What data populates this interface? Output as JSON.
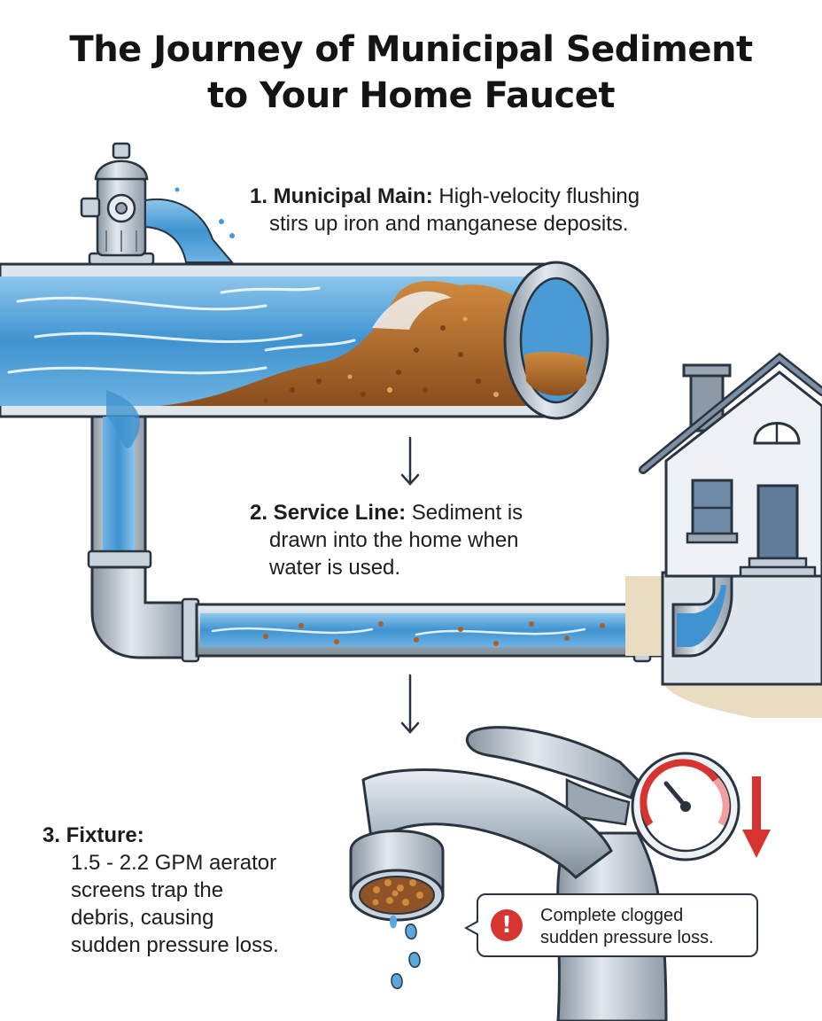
{
  "title": {
    "line1": "The Journey of Municipal Sediment",
    "line2": "to Your Home Faucet"
  },
  "steps": [
    {
      "label": "1. Municipal Main:",
      "line1": "High-velocity flushing",
      "line2": "stirs up iron and manganese deposits."
    },
    {
      "label": "2. Service Line:",
      "line1": "Sediment is",
      "line2": "drawn into the home when",
      "line3": "water is used."
    },
    {
      "label": "3. Fixture:",
      "line1": "1.5 - 2.2 GPM aerator",
      "line2": "screens trap the",
      "line3": "debris, causing",
      "line4": "sudden pressure loss."
    }
  ],
  "callout": {
    "icon": "!",
    "line1": "Complete clogged",
    "line2": "sudden pressure loss."
  },
  "icons": [
    "fire-hydrant-icon",
    "house-icon",
    "faucet-icon",
    "pressure-gauge-icon",
    "down-arrow-icon",
    "warning-icon"
  ],
  "colors": {
    "water": "#5aa8dc",
    "water_dark": "#2f7fc0",
    "sediment": "#b06a2c",
    "pipe": "#b9c7d3",
    "outline": "#2a3440",
    "alert": "#d6342f"
  }
}
